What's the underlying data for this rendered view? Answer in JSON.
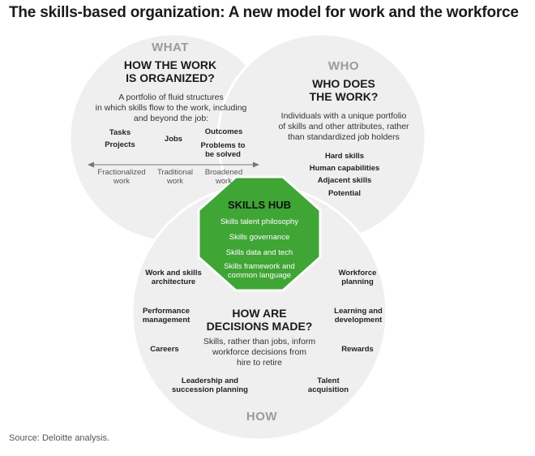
{
  "title": "The skills-based organization: A new model for work and the workforce",
  "what": {
    "label": "WHAT",
    "heading": [
      "HOW THE WORK",
      "IS ORGANIZED?"
    ],
    "description": [
      "A portfolio of fluid structures",
      "in which skills flow to the work, including",
      "and beyond the job:"
    ],
    "items": {
      "tasks": "Tasks",
      "projects": "Projects",
      "jobs": "Jobs",
      "outcomes": "Outcomes",
      "problems": [
        "Problems to",
        "be solved"
      ]
    },
    "axis": {
      "left": [
        "Fractionalized",
        "work"
      ],
      "middle": [
        "Traditional",
        "work"
      ],
      "right": [
        "Broadened",
        "work"
      ]
    }
  },
  "who": {
    "label": "WHO",
    "heading": [
      "WHO DOES",
      "THE WORK?"
    ],
    "description": [
      "Individuals with a unique portfolio",
      "of skills and other attributes, rather",
      "than standardized job holders"
    ],
    "items": [
      "Hard skills",
      "Human capabilities",
      "Adjacent skills",
      "Potential"
    ]
  },
  "hub": {
    "title": "SKILLS HUB",
    "items": [
      [
        "Skills talent philosophy"
      ],
      [
        "Skills governance"
      ],
      [
        "Skills data and tech"
      ],
      [
        "Skills framework and",
        "common language"
      ]
    ]
  },
  "how": {
    "label": "HOW",
    "heading": [
      "HOW ARE",
      "DECISIONS MADE?"
    ],
    "description": [
      "Skills, rather than jobs, inform",
      "workforce decisions from",
      "hire to retire"
    ],
    "left_items": [
      [
        "Work and skills",
        "architecture"
      ],
      [
        "Performance",
        "management"
      ],
      [
        "Careers"
      ],
      [
        "Leadership and",
        "succession planning"
      ]
    ],
    "right_items": [
      [
        "Workforce",
        "planning"
      ],
      [
        "Learning and",
        "development"
      ],
      [
        "Rewards"
      ],
      [
        "Talent",
        "acquisition"
      ]
    ]
  },
  "colors": {
    "circle_fill": "#efefef",
    "circle_stroke": "#ffffff",
    "hub_fill": "#3fa535",
    "hub_stroke": "#ffffff"
  },
  "source": "Source: Deloitte analysis."
}
